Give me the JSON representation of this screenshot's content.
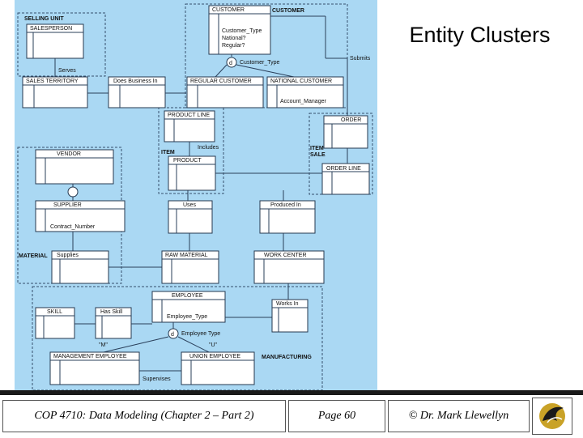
{
  "title": "Entity Clusters",
  "footer": {
    "course": "COP 4710: Data Modeling (Chapter 2 – Part 2)",
    "page": "Page 60",
    "author": "© Dr. Mark Llewellyn"
  },
  "diagram": {
    "cluster_labels": {
      "selling_unit": "SELLING UNIT",
      "customer": "CUSTOMER",
      "item": "ITEM",
      "item_sale": "ITEM\nSALE",
      "material": "MATERIAL",
      "manufacturing": "MANUFACTURING"
    },
    "entities": {
      "salesperson": "SALESPERSON",
      "sales_territory": "SALES TERRITORY",
      "does_business_in": "Does Business In",
      "customer": "CUSTOMER",
      "customer_attrs": [
        "Customer_Type",
        "National?",
        "Regular?"
      ],
      "customer_type_disc": "Customer_Type",
      "regular_customer": "REGULAR CUSTOMER",
      "national_customer": "NATIONAL CUSTOMER",
      "account_manager": "Account_Manager",
      "product_line": "PRODUCT LINE",
      "product": "PRODUCT",
      "order": "ORDER",
      "order_line": "ORDER LINE",
      "vendor": "VENDOR",
      "supplier": "SUPPLIER",
      "contract_number": "Contract_Number",
      "uses": "Uses",
      "produced_in": "Produced In",
      "supplies": "Supplies",
      "raw_material": "RAW MATERIAL",
      "work_center": "WORK CENTER",
      "employee": "EMPLOYEE",
      "employee_type": "Employee_Type",
      "employee_type_disc": "Employee Type",
      "m_value": "\"M\"",
      "u_value": "\"U\"",
      "skill": "SKILL",
      "has_skill": "Has Skill",
      "works_in": "Works In",
      "management_employee": "MANAGEMENT EMPLOYEE",
      "union_employee": "UNION EMPLOYEE",
      "supervises": "Supervises"
    },
    "relationship_labels": {
      "serves": "Serves",
      "submits": "Submits",
      "includes": "Includes",
      "d": "d"
    }
  }
}
